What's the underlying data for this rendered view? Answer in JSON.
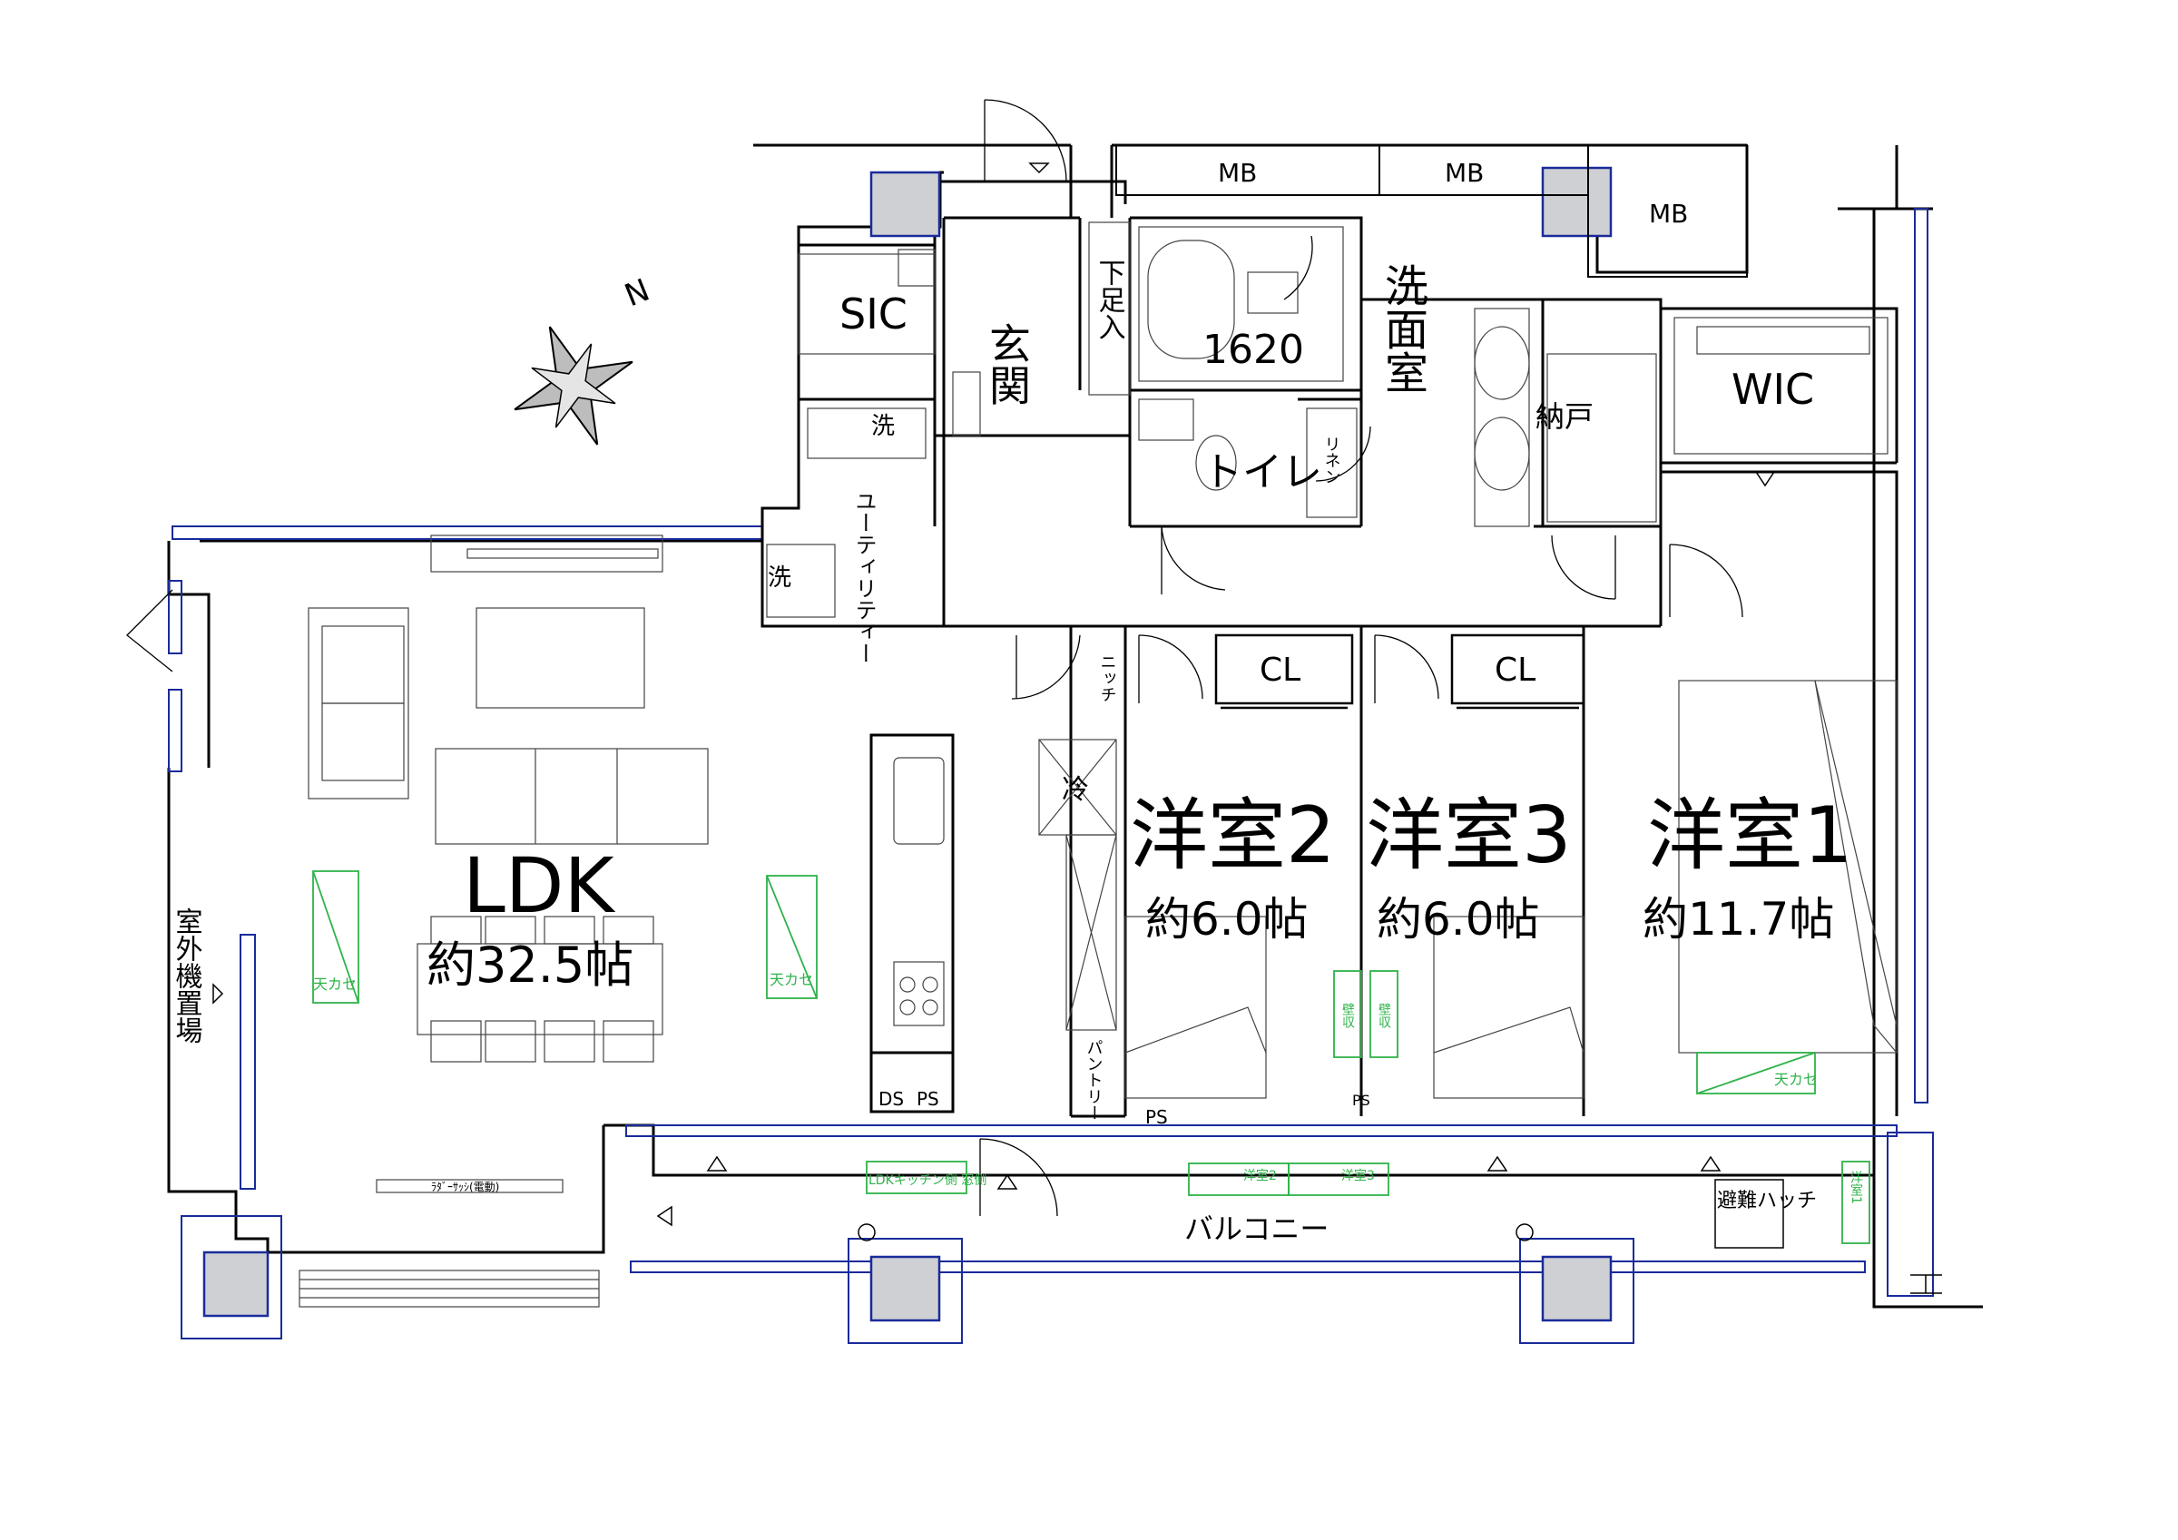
{
  "rooms": {
    "ldk": {
      "name": "LDK",
      "size": "約32.5帖"
    },
    "western2": {
      "name": "洋室2",
      "size": "約6.0帖"
    },
    "western3": {
      "name": "洋室3",
      "size": "約6.0帖"
    },
    "western1": {
      "name": "洋室1",
      "size": "約11.7帖"
    },
    "entrance": {
      "name": "玄関"
    },
    "sic": {
      "name": "SIC"
    },
    "bath": {
      "size": "1620"
    },
    "washroom": {
      "name": "洗面室"
    },
    "toilet": {
      "name": "トイレ"
    },
    "storage": {
      "name": "納戸"
    },
    "wic": {
      "name": "WIC"
    },
    "utility": {
      "name": "ユーティリティー"
    },
    "balcony": {
      "name": "バルコニー"
    },
    "outdoor_unit": {
      "name": "室外機置場"
    }
  },
  "fixtures": {
    "mb1": "MB",
    "mb2": "MB",
    "mb3": "MB",
    "cl1": "CL",
    "cl2": "CL",
    "shoe_box": "下足入",
    "linen": "リネン",
    "niche": "ニッチ",
    "fridge": "冷",
    "pantry": "パントリー",
    "ds": "DS",
    "ps1": "PS",
    "ps2": "PS",
    "ps3": "PS",
    "wash1": "洗",
    "wash2": "洗",
    "closet1": "壁収",
    "closet2": "壁収",
    "escape_hatch": "避難ハッチ"
  },
  "notes": {
    "ceiling1": "天カセ",
    "ceiling2": "天カセ",
    "ceiling3": "天カセ",
    "ldk_kitchen_window": "LDKキッチン側 窓側",
    "western2_tag": "洋室2",
    "western3_tag": "洋室3",
    "western1_tag": "洋室1",
    "sliding_door": "ﾗﾀﾞｰｻｯｼ(電動)"
  },
  "compass": {
    "label": "N"
  },
  "colors": {
    "wall": "#000000",
    "window": "#1a2b9a",
    "aircon": "#2fb34a"
  }
}
